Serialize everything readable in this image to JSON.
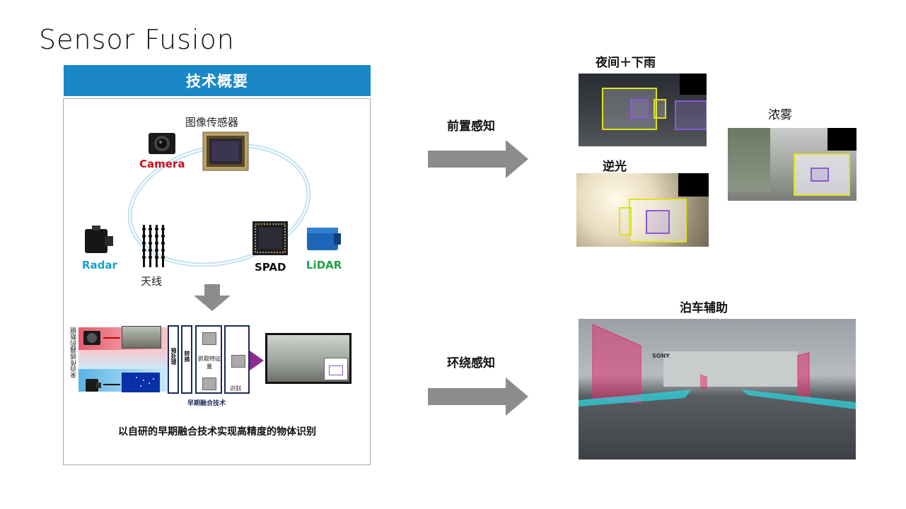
{
  "page": {
    "title": "Sensor Fusion"
  },
  "left_panel": {
    "header": "技术概要",
    "sensors": {
      "image_sensor_label": "图像传感器",
      "camera_label": "Camera",
      "radar_label": "Radar",
      "antenna_label": "天线",
      "spad_label": "SPAD",
      "lidar_label": "LiDAR"
    },
    "pipeline": {
      "vertical_label": "来自传感器的数据",
      "stage_preprocess": "预处理",
      "stage_convert": "转换",
      "stage_feature": "抓取特征量",
      "stage_recognize": "识别",
      "caption": "早期融合技术"
    },
    "footer_text": "以自研的早期融合技术实现高精度的物体识别"
  },
  "middle": {
    "front_label": "前置感知",
    "surround_label": "环绕感知"
  },
  "right": {
    "night_rain_label": "夜间＋下雨",
    "fog_label": "浓雾",
    "backlight_label": "逆光",
    "parking_label": "泊车辅助",
    "sign_text": "SONY"
  },
  "colors": {
    "accent_blue": "#1b87c6",
    "camera_red": "#c8101c",
    "radar_cyan": "#1aa0cc",
    "lidar_green": "#1ea24a",
    "arrow_gray": "#8c8c8c"
  }
}
